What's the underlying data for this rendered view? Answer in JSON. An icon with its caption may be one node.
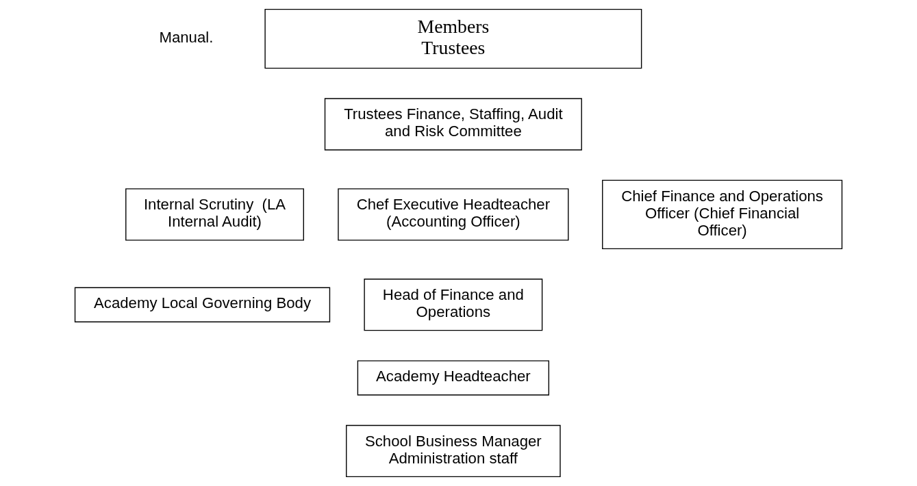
{
  "diagram": {
    "nodes": [
      {
        "text": [
          "Members",
          "Trustees"
        ]
      },
      {
        "text": [
          "Trustees Finance, Staffing, Audit and Risk Committee"
        ]
      },
      {
        "text": [
          "Internal Scrutiny  (LA Internal Audit)"
        ]
      },
      {
        "text": [
          "Chef Executive Headteacher (Accounting Officer)"
        ]
      },
      {
        "text": [
          "Chief Finance and Operations Officer (Chief Financial Officer)"
        ]
      },
      {
        "text": [
          "Academy Local Governing Body"
        ]
      },
      {
        "text": [
          "Head of Finance and Operations"
        ]
      },
      {
        "text": [
          "Academy Headteacher"
        ]
      },
      {
        "text": [
          "School Business Manager Administration staff"
        ]
      }
    ],
    "labels": [
      "Manual."
    ]
  }
}
